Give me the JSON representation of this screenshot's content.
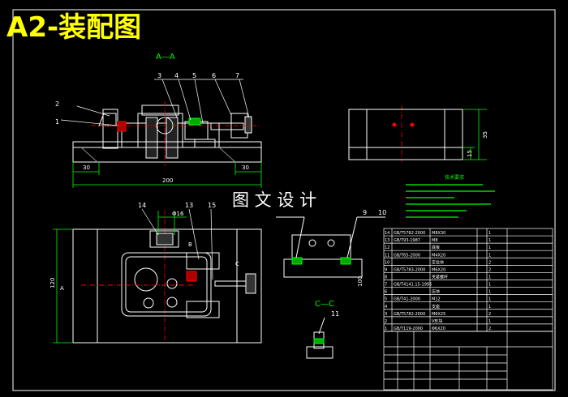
{
  "title": "A2-装配图",
  "watermark": "图 文 设 计",
  "views": {
    "section_aa": "A—A",
    "section_cc": "C—C"
  },
  "balloons": [
    "1",
    "2",
    "3",
    "4",
    "5",
    "6",
    "7",
    "9",
    "10",
    "11",
    "13",
    "14",
    "15"
  ],
  "dimensions": {
    "left": "30",
    "overall": "200",
    "right": "30",
    "height_120": "120",
    "side_35": "35",
    "side_15": "15",
    "dia_16": "Φ16",
    "small_100": "100"
  },
  "section_marks": {
    "a": "A",
    "b": "B",
    "c": "C"
  },
  "notes_heading": "技术要求",
  "bom_rows": [
    [
      "14",
      "GB/T5782-2000",
      "M8X30",
      "",
      "1"
    ],
    [
      "13",
      "GB/T93-1987",
      "M8",
      "",
      "1"
    ],
    [
      "12",
      "",
      "底板",
      "",
      "1"
    ],
    [
      "11",
      "GB/T65-2000",
      "M4X20",
      "",
      "1"
    ],
    [
      "10",
      "",
      "定位块",
      "",
      "2"
    ],
    [
      "9",
      "GB/T5783-2000",
      "M6X20",
      "",
      "2"
    ],
    [
      "8",
      "",
      "夹紧螺杆",
      "",
      "1"
    ],
    [
      "7",
      "GB/T4141.15-1995",
      "",
      "",
      "1"
    ],
    [
      "6",
      "",
      "压块",
      "",
      "1"
    ],
    [
      "5",
      "GB/T41-2000",
      "M12",
      "",
      "1"
    ],
    [
      "4",
      "",
      "支座",
      "",
      "1"
    ],
    [
      "3",
      "GB/T5782-2000",
      "M6X25",
      "",
      "2"
    ],
    [
      "2",
      "",
      "V形块",
      "",
      "1"
    ],
    [
      "1",
      "GB/T119-2000",
      "Φ6X20",
      "",
      "2"
    ]
  ],
  "colors": {
    "outline": "#ffffff",
    "dimension": "#00ff00",
    "centerline": "#ff0000",
    "title": "#ffff00",
    "balloon": "#ffffff"
  }
}
